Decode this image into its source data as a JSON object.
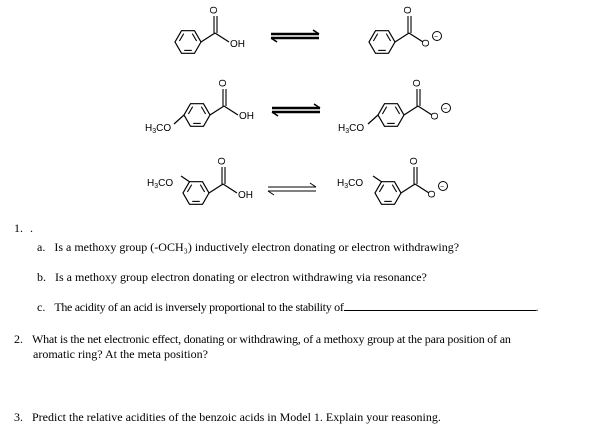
{
  "scheme": {
    "acid_group": "OH",
    "carbonyl_o": "O",
    "anion_o": "O",
    "charge": "−",
    "methoxy_para": "H3CO",
    "methoxy_meta": "H3CO"
  },
  "questions": {
    "q1_number": "1.",
    "q1_dot": ".",
    "q1a_label": "a.",
    "q1a_text": "Is a methoxy group (-OCH₃) inductively electron donating or electron withdrawing?",
    "q1b_label": "b.",
    "q1b_text": "Is a methoxy group electron donating or electron withdrawing via resonance?",
    "q1c_label": "c.",
    "q1c_text": "The acidity of an acid is inversely proportional to the stability of",
    "q1c_end": ".",
    "q2_number": "2.",
    "q2_line1": "What is the net electronic effect, donating or withdrawing, of a methoxy group at the para position of an",
    "q2_line2": "aromatic ring? At the meta position?",
    "q3_number": "3.",
    "q3_text": "Predict the relative acidities of the benzoic acids in Model 1. Explain your reasoning."
  }
}
